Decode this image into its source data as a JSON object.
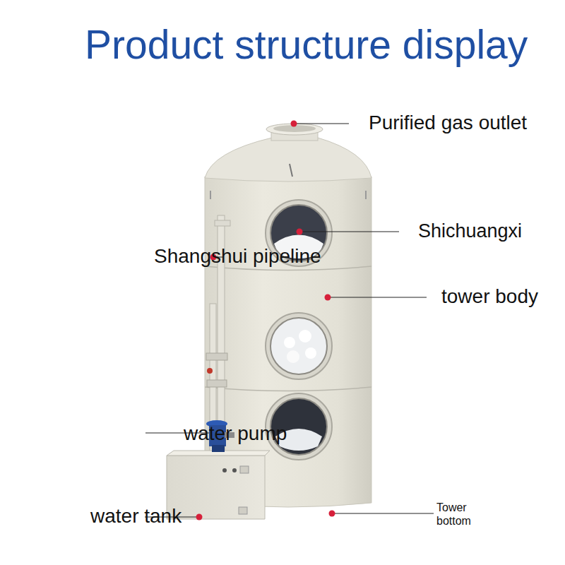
{
  "diagram": {
    "title": "Product structure display",
    "labels": [
      "Purified gas outlet",
      "Shichuangxi",
      "Shangshui pipeline",
      "tower body",
      "water pump",
      "water tank",
      "Tower bottom"
    ]
  }
}
